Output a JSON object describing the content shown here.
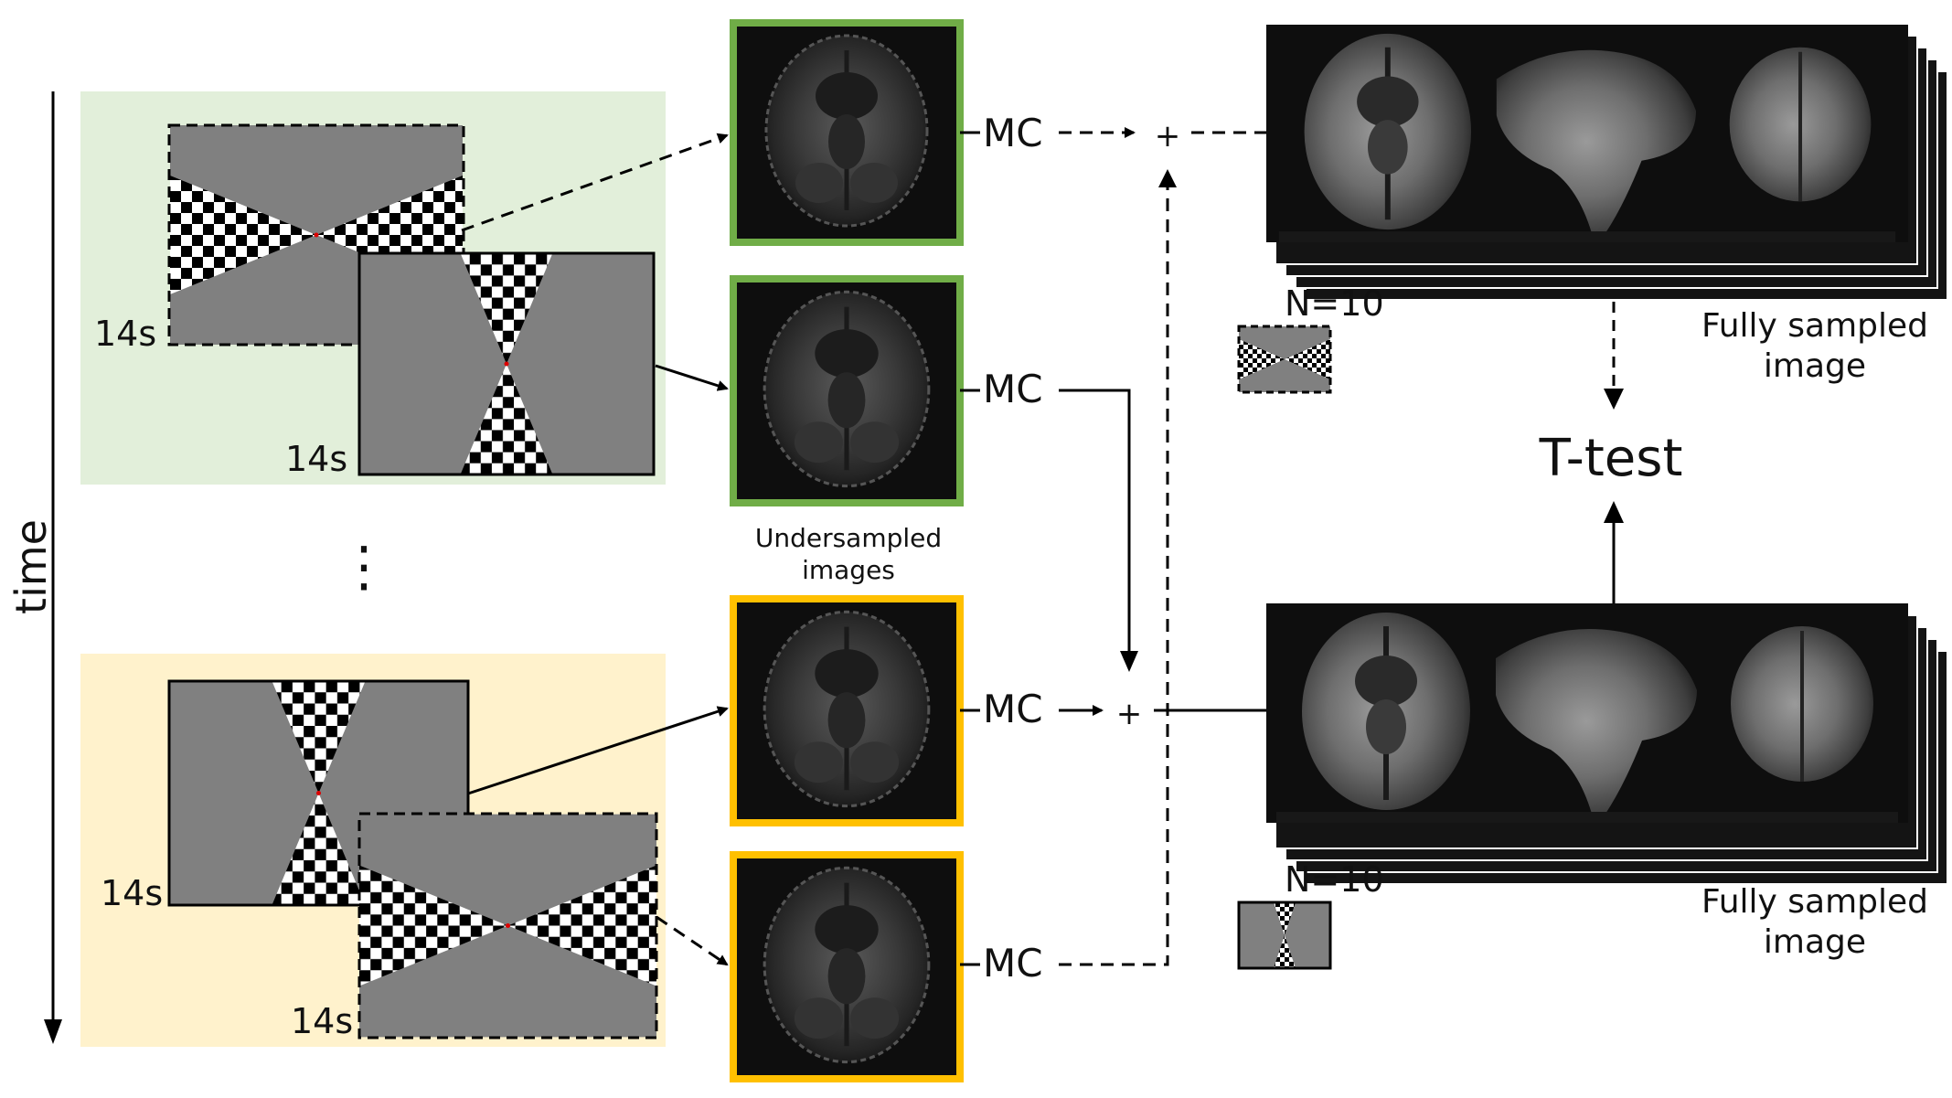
{
  "time_axis": {
    "label": "time"
  },
  "ellipsis": "⋮",
  "durations": {
    "block1_a": "14s",
    "block1_b": "14s",
    "block2_a": "14s",
    "block2_b": "14s"
  },
  "mc_labels": {
    "mc1": "MC",
    "mc2": "MC",
    "mc3": "MC",
    "mc4": "MC"
  },
  "plus": {
    "top": "+",
    "middle": "+"
  },
  "undersampled_caption": {
    "line1": "Undersampled",
    "line2": "images"
  },
  "top_stack": {
    "count_label": "N=10",
    "caption_line1": "Fully sampled",
    "caption_line2": "image"
  },
  "bottom_stack": {
    "count_label": "N=10",
    "caption_line1": "Fully sampled",
    "caption_line2": "image"
  },
  "ttest": {
    "label": "T-test"
  },
  "colors": {
    "block_green": "#e2efda",
    "block_yellow": "#fff2cc",
    "frame_green": "#70ad47",
    "frame_yellow": "#ffc000",
    "stimulus_gray": "#808080",
    "mri_background": "#111111"
  }
}
